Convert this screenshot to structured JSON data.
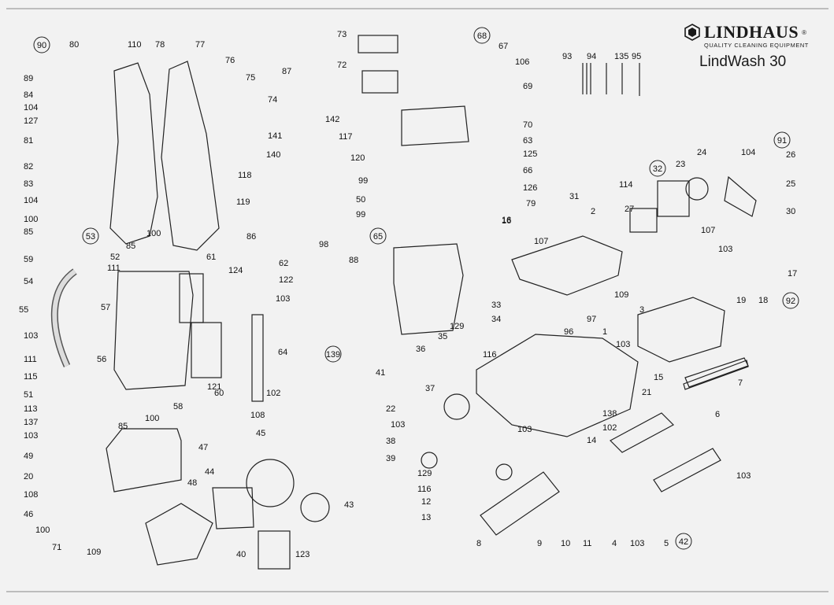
{
  "brand": {
    "name": "LINDHAUS",
    "registered": "®",
    "tagline": "QUALITY CLEANING EQUIPMENT"
  },
  "model": "LindWash 30",
  "parts_labels": [
    "1",
    "2",
    "3",
    "4",
    "5",
    "6",
    "7",
    "8",
    "9",
    "10",
    "11",
    "12",
    "13",
    "14",
    "15",
    "16",
    "17",
    "18",
    "19",
    "20",
    "21",
    "22",
    "23",
    "24",
    "25",
    "26",
    "27",
    "30",
    "31",
    "32",
    "33",
    "34",
    "35",
    "36",
    "37",
    "38",
    "39",
    "40",
    "41",
    "42",
    "43",
    "44",
    "45",
    "46",
    "47",
    "48",
    "49",
    "50",
    "51",
    "52",
    "53",
    "54",
    "55",
    "56",
    "57",
    "58",
    "59",
    "60",
    "61",
    "62",
    "63",
    "64",
    "65",
    "66",
    "67",
    "68",
    "69",
    "70",
    "71",
    "72",
    "73",
    "74",
    "75",
    "76",
    "77",
    "78",
    "79",
    "80",
    "81",
    "82",
    "83",
    "84",
    "85",
    "86",
    "87",
    "88",
    "89",
    "90",
    "91",
    "92",
    "93",
    "94",
    "95",
    "97",
    "96",
    "98",
    "99",
    "100",
    "102",
    "103",
    "104",
    "106",
    "107",
    "108",
    "109",
    "110",
    "111",
    "113",
    "114",
    "115",
    "116",
    "117",
    "118",
    "119",
    "120",
    "121",
    "122",
    "123",
    "124",
    "125",
    "126",
    "127",
    "129",
    "135",
    "137",
    "138",
    "139",
    "140",
    "141",
    "142"
  ],
  "callout_labels": [
    "90",
    "53",
    "68",
    "65",
    "139",
    "32",
    "91",
    "92",
    "42"
  ]
}
